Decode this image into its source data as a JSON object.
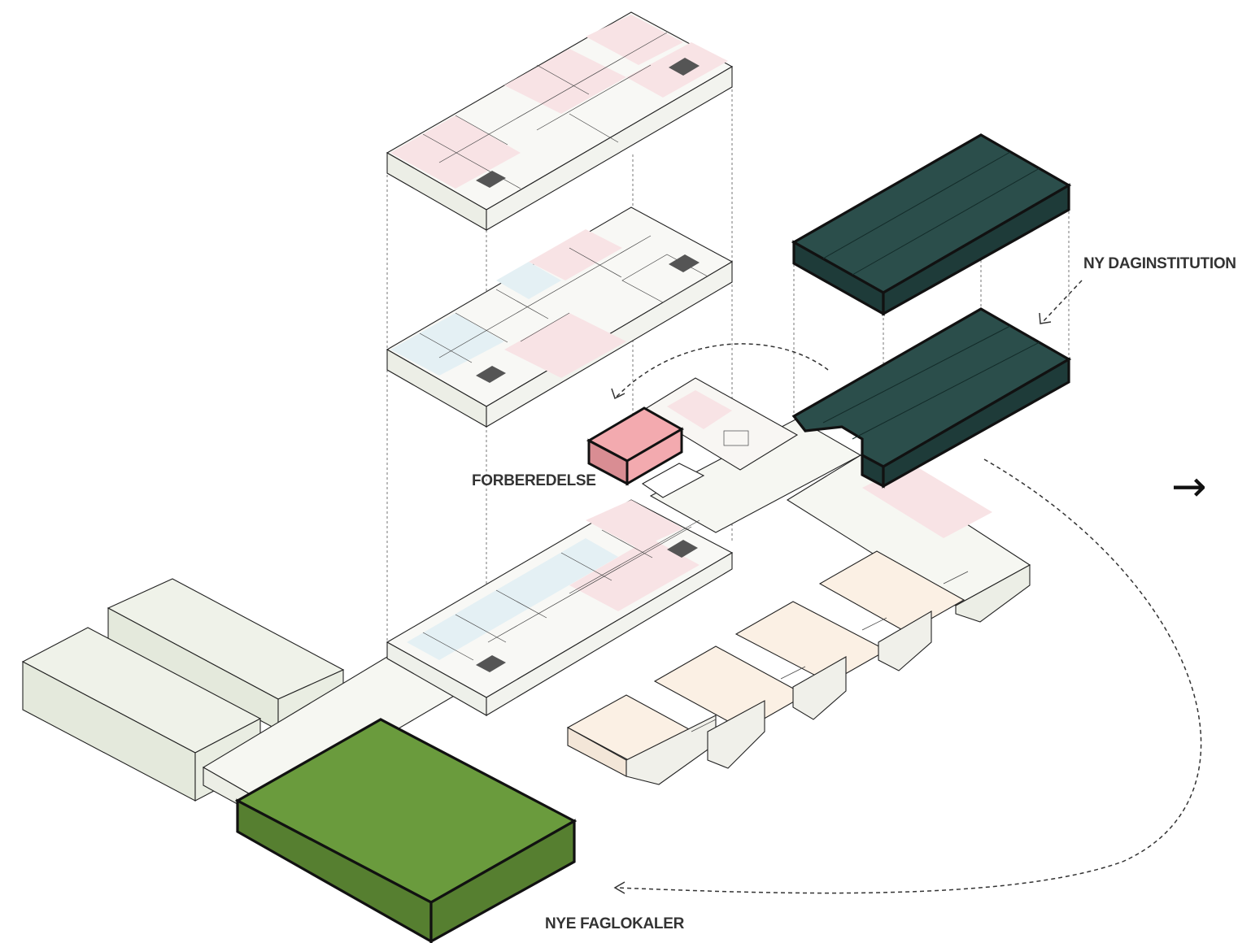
{
  "labels": {
    "daginstitution": "NY DAGINSTITUTION",
    "forberedelse": "FORBEREDELSE",
    "faglokaler": "NYE FAGLOKALER"
  },
  "colors": {
    "daginstitution_top": "#2b4e4b",
    "daginstitution_side": "#1e3b39",
    "faglokaler_top": "#6a9b3d",
    "faglokaler_side": "#567f30",
    "forberedelse_top": "#f3aaaf",
    "forberedelse_side": "#d98d93",
    "existing_light_green": "#eef1e8",
    "existing_pale": "#f5f6f1",
    "room_pink": "#f8e3e5",
    "room_blue": "#e4f0f4",
    "room_peach": "#fbf0e4"
  },
  "icons": {
    "next_arrow": "→"
  }
}
